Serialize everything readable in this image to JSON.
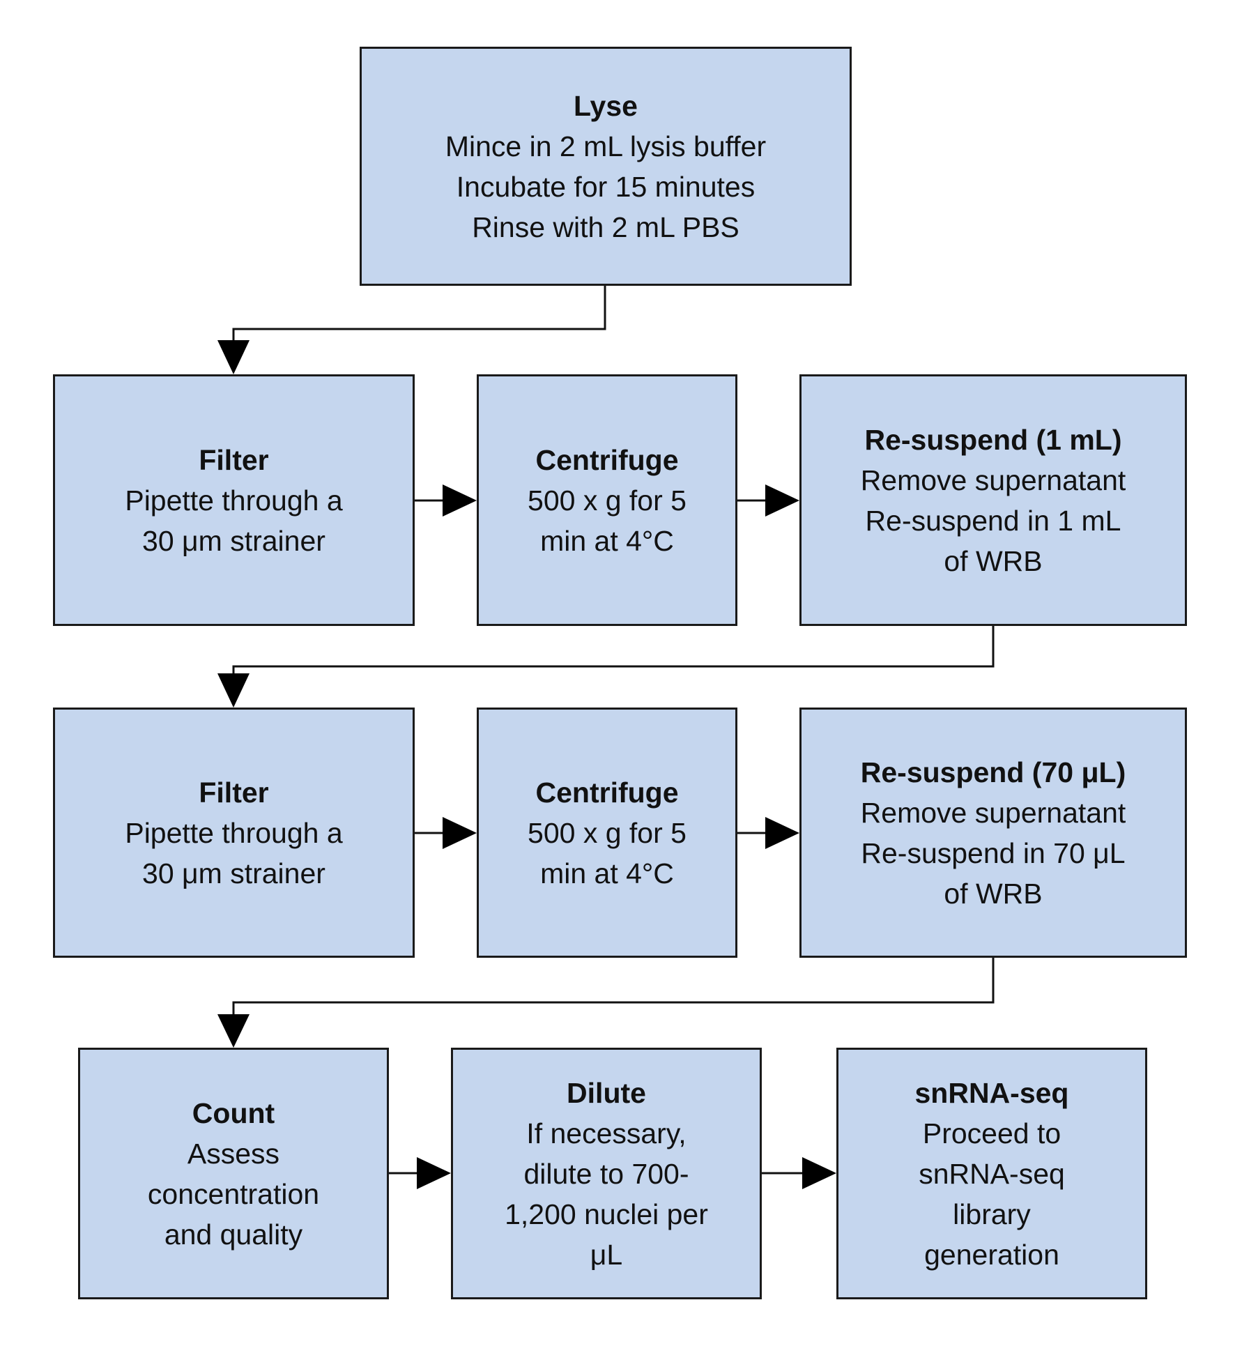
{
  "boxes": {
    "lyse": {
      "title": "Lyse",
      "body": "Mince in 2 mL lysis buffer\nIncubate for 15 minutes\nRinse with 2 mL PBS"
    },
    "filter1": {
      "title": "Filter",
      "body": "Pipette through a\n30 μm strainer"
    },
    "centrifuge1": {
      "title": "Centrifuge",
      "body": "500 x g for 5\nmin at 4°C"
    },
    "resuspend1": {
      "title": "Re-suspend (1 mL)",
      "body": "Remove supernatant\nRe-suspend in 1 mL\nof WRB"
    },
    "filter2": {
      "title": "Filter",
      "body": "Pipette through a\n30 μm strainer"
    },
    "centrifuge2": {
      "title": "Centrifuge",
      "body": "500 x g for 5\nmin at 4°C"
    },
    "resuspend2": {
      "title": "Re-suspend (70 μL)",
      "body": "Remove supernatant\nRe-suspend in 70 μL\nof WRB"
    },
    "count": {
      "title": "Count",
      "body": "Assess\nconcentration\nand quality"
    },
    "dilute": {
      "title": "Dilute",
      "body": "If necessary,\ndilute to 700-\n1,200 nuclei per\nμL"
    },
    "snrnaseq": {
      "title": "snRNA-seq",
      "body": "Proceed to\nsnRNA-seq\nlibrary\ngeneration"
    }
  },
  "colors": {
    "box_fill": "#c5d6ee",
    "border": "#1a1a1a"
  }
}
